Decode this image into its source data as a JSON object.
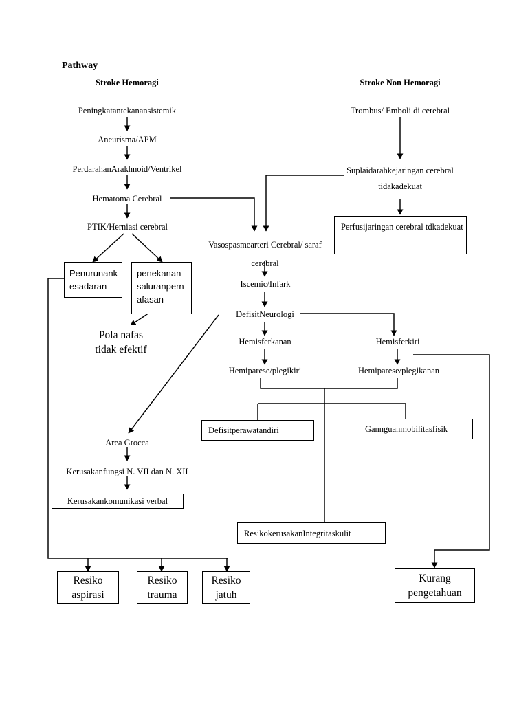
{
  "document": {
    "title": "Pathway",
    "type": "clinical-pathway-flowchart",
    "language": "id"
  },
  "headers": {
    "left": "Stroke Hemoragi",
    "right": "Stroke Non Hemoragi"
  },
  "nodes": {
    "peningkatan": "Peningkatantekanansistemik",
    "aneurisma": "Aneurisma/APM",
    "perdarahan": "PerdarahanArakhnoid/Ventrikel",
    "hematoma": "Hematoma Cerebral",
    "ptik": "PTIK/Herniasi cerebral",
    "penurunan_kesadaran": "Penurunank\nesadaran",
    "penekanan": "penekanan\nsaluranpern\nafasan",
    "pola_nafas": "Pola nafas\ntidak efektif",
    "trombus": "Trombus/ Emboli di cerebral",
    "suplai": "Suplaidarahkejaringan cerebral\ntidakadekuat",
    "perfusi": "Perfusijaringan cerebral tdkadekuat",
    "vasospasme": "Vasospasmearteri Cerebral/ saraf\ncerebral",
    "iscemic": "Iscemic/Infark",
    "defisit_neurologi": "DefisitNeurologi",
    "hemisfer_kanan": "Hemisferkanan",
    "hemisfer_kiri": "Hemisferkiri",
    "hemiparese_kiri": "Hemiparese/plegikiri",
    "hemiparese_kanan": "Hemiparese/plegikanan",
    "defisit_perawatan": "Defisitperawatandiri",
    "gangguan_mobilitas": "Gannguanmobilitasfisik",
    "area_grocca": "Area Grocca",
    "kerusakan_fungsi": "Kerusakanfungsi N. VII dan N. XII",
    "kerusakan_komunikasi": "Kerusakankomunikasi verbal",
    "resiko_integritas": "ResikokerusakanIntegritaskulit",
    "resiko_aspirasi": "Resiko\naspirasi",
    "resiko_trauma": "Resiko\ntrauma",
    "resiko_jatuh": "Resiko\njatuh",
    "kurang_pengetahuan": "Kurang\npengetahuan"
  },
  "style": {
    "line_color": "#000000",
    "box_border": "#000000",
    "background": "#ffffff",
    "text_color": "#000000"
  }
}
